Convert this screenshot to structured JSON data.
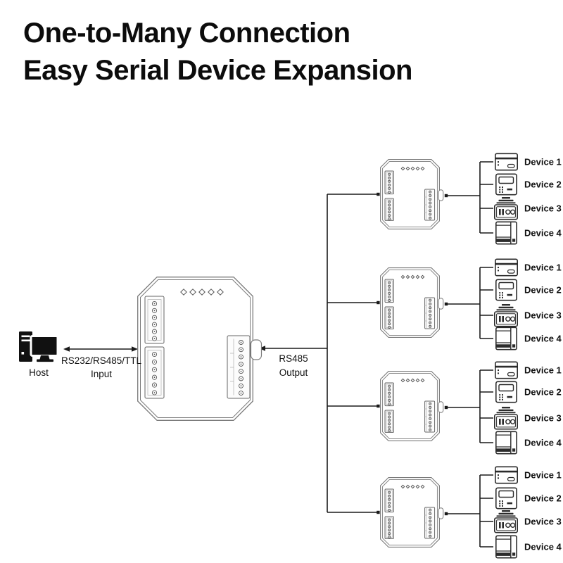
{
  "title": {
    "line1": "One-to-Many Connection",
    "line2": "Easy Serial Device Expansion"
  },
  "host": {
    "label": "Host",
    "icon": "desktop-computer-icon"
  },
  "links": {
    "input": {
      "line1": "RS232/RS485/TTL",
      "line2": "Input"
    },
    "output": {
      "line1": "RS485",
      "line2": "Output"
    }
  },
  "hub_module": {
    "name": "serial-hub-module",
    "led_count": 5,
    "left_terminals": [
      6,
      6
    ],
    "right_terminal": 8
  },
  "groups": [
    {
      "module": "expansion-module-1",
      "devices": [
        {
          "label": "Device 1",
          "icon": "media-player-icon"
        },
        {
          "label": "Device 2",
          "icon": "keypad-terminal-icon"
        },
        {
          "label": "Device 3",
          "icon": "amplifier-icon"
        },
        {
          "label": "Device 4",
          "icon": "printer-icon"
        }
      ]
    },
    {
      "module": "expansion-module-2",
      "devices": [
        {
          "label": "Device 1",
          "icon": "media-player-icon"
        },
        {
          "label": "Device 2",
          "icon": "keypad-terminal-icon"
        },
        {
          "label": "Device 3",
          "icon": "amplifier-icon"
        },
        {
          "label": "Device 4",
          "icon": "printer-icon"
        }
      ]
    },
    {
      "module": "expansion-module-3",
      "devices": [
        {
          "label": "Device 1",
          "icon": "media-player-icon"
        },
        {
          "label": "Device 2",
          "icon": "keypad-terminal-icon"
        },
        {
          "label": "Device 3",
          "icon": "amplifier-icon"
        },
        {
          "label": "Device 4",
          "icon": "printer-icon"
        }
      ]
    },
    {
      "module": "expansion-module-4",
      "devices": [
        {
          "label": "Device 1",
          "icon": "media-player-icon"
        },
        {
          "label": "Device 2",
          "icon": "keypad-terminal-icon"
        },
        {
          "label": "Device 3",
          "icon": "amplifier-icon"
        },
        {
          "label": "Device 4",
          "icon": "printer-icon"
        }
      ]
    }
  ],
  "colors": {
    "background": "#ffffff",
    "line": "#1a1a1a",
    "text": "#111111",
    "module_outline": "#7a7a7a",
    "device_icon": "#2b2b2b"
  }
}
